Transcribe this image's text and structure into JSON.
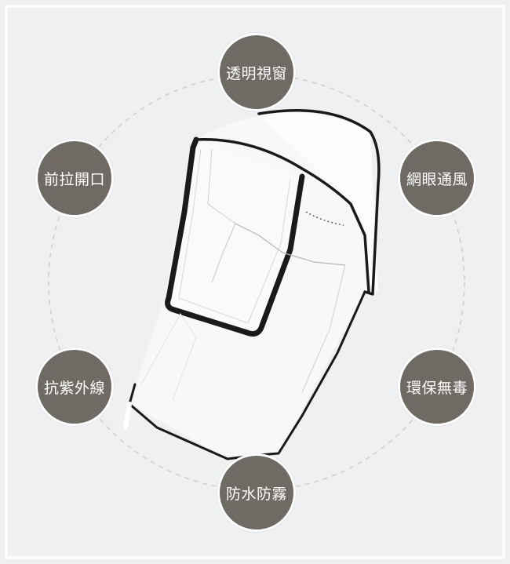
{
  "features": {
    "top": "透明視窗",
    "upper_left": "前拉開口",
    "upper_right": "網眼通風",
    "lower_left": "抗紫外線",
    "lower_right": "環保無毒",
    "bottom": "防水防霧"
  },
  "colors": {
    "background": "#eff0f2",
    "badge": "#6f6a63",
    "badge_text": "#ffffff",
    "dashed_circle": "#cfd0d2",
    "cover_edge": "#1a1a1a"
  }
}
